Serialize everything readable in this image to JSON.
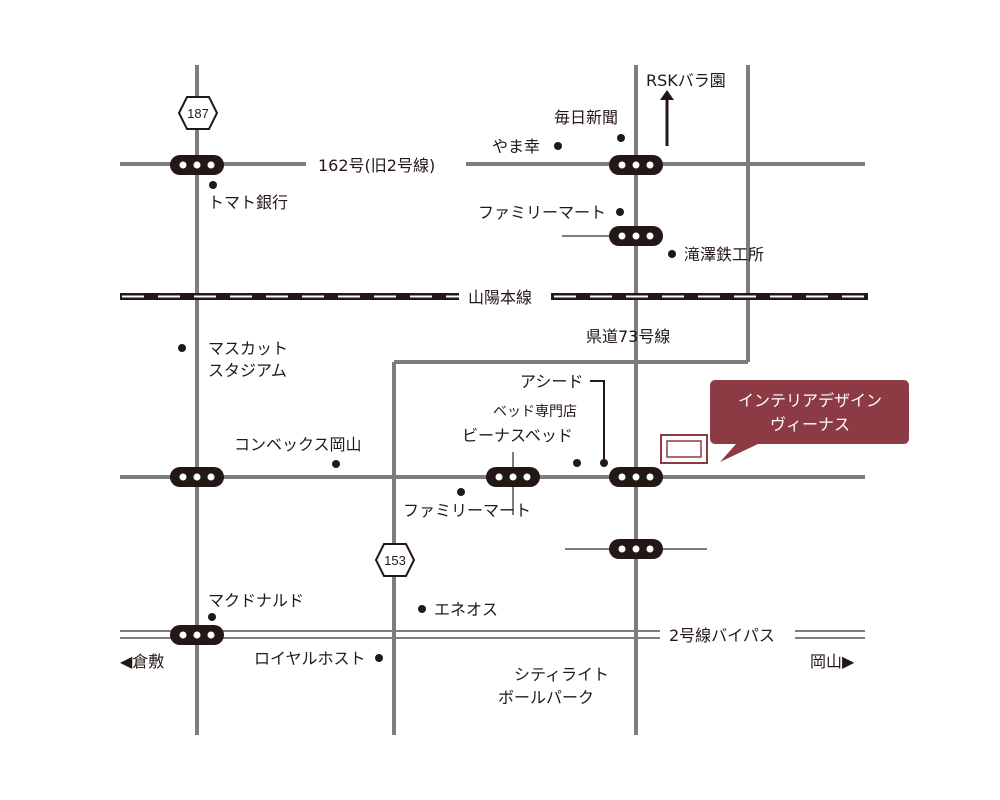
{
  "colors": {
    "road": "#7d7d7d",
    "ink": "#231815",
    "accent": "#8c3b44",
    "signal_body": "#231815",
    "signal_lamp": "#ffffff"
  },
  "routes": {
    "route_187": "187",
    "route_153": "153",
    "route_162": "162号(旧2号線)",
    "rail_line": "山陽本線",
    "pref_road_73": "県道73号線",
    "bypass": "2号線バイパス"
  },
  "directions": {
    "north": "RSKバラ園",
    "west": "◀倉敷",
    "east": "岡山▶"
  },
  "destination": {
    "line1": "インテリアデザイン",
    "line2": "ヴィーナス"
  },
  "landmarks": {
    "mainichi": "毎日新聞",
    "yamako": "やま幸",
    "tomato_bank": "トマト銀行",
    "familymart_north": "ファミリーマート",
    "takizawa": "滝澤鉄工所",
    "muscat_line1": "マスカット",
    "muscat_line2": "スタジアム",
    "asheed": "アシード",
    "bed_store_line1": "ベッド専門店",
    "bed_store_line2": "ビーナスベッド",
    "convex": "コンベックス岡山",
    "familymart_south": "ファミリーマート",
    "mcdonalds": "マクドナルド",
    "eneos": "エネオス",
    "royal_host": "ロイヤルホスト",
    "ballpark_line1": "シティライト",
    "ballpark_line2": "ボールパーク"
  }
}
